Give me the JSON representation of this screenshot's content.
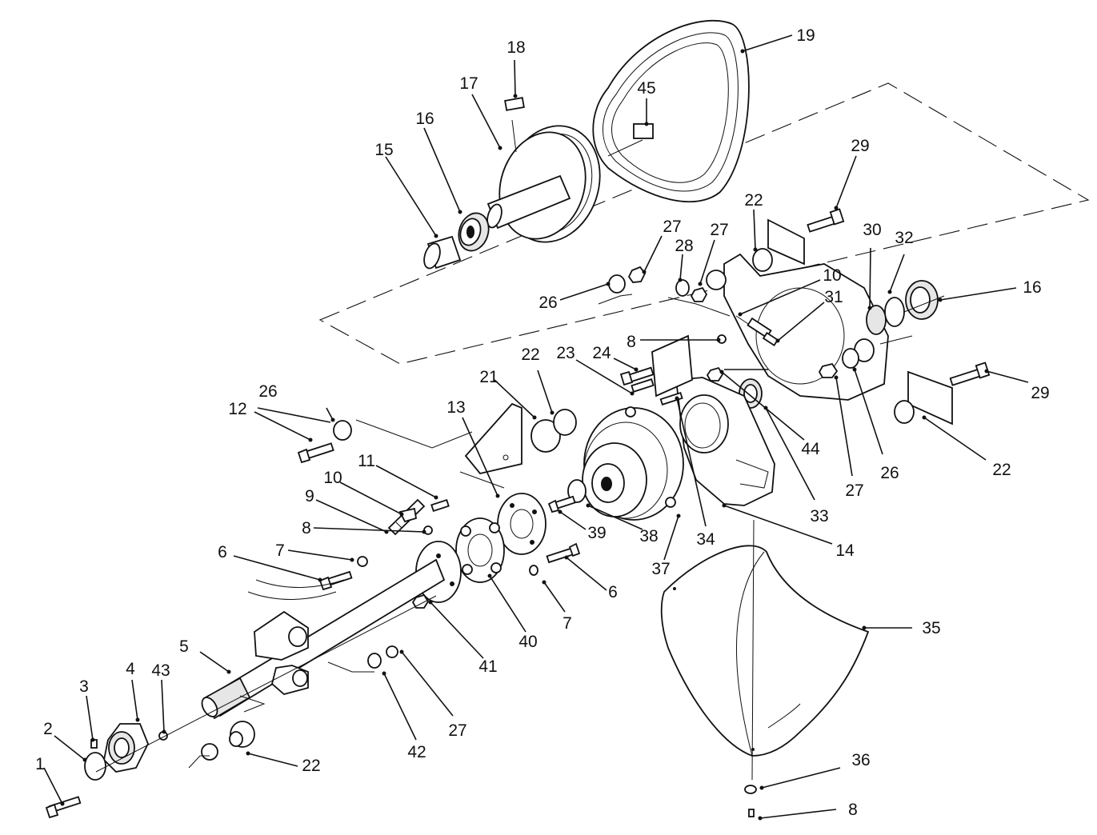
{
  "callouts": [
    {
      "id": "1",
      "text": "1"
    },
    {
      "id": "2",
      "text": "2"
    },
    {
      "id": "3",
      "text": "3"
    },
    {
      "id": "4",
      "text": "4"
    },
    {
      "id": "43",
      "text": "43"
    },
    {
      "id": "5",
      "text": "5"
    },
    {
      "id": "6a",
      "text": "6"
    },
    {
      "id": "7a",
      "text": "7"
    },
    {
      "id": "8a",
      "text": "8"
    },
    {
      "id": "9",
      "text": "9"
    },
    {
      "id": "10a",
      "text": "10"
    },
    {
      "id": "11",
      "text": "11"
    },
    {
      "id": "12",
      "text": "12"
    },
    {
      "id": "26a",
      "text": "26"
    },
    {
      "id": "13",
      "text": "13"
    },
    {
      "id": "21",
      "text": "21"
    },
    {
      "id": "22a",
      "text": "22"
    },
    {
      "id": "23",
      "text": "23"
    },
    {
      "id": "24",
      "text": "24"
    },
    {
      "id": "8b",
      "text": "8"
    },
    {
      "id": "10b",
      "text": "10"
    },
    {
      "id": "31",
      "text": "31"
    },
    {
      "id": "30",
      "text": "30"
    },
    {
      "id": "32",
      "text": "32"
    },
    {
      "id": "16a",
      "text": "16"
    },
    {
      "id": "29a",
      "text": "29"
    },
    {
      "id": "22b",
      "text": "22"
    },
    {
      "id": "27a",
      "text": "27"
    },
    {
      "id": "28",
      "text": "28"
    },
    {
      "id": "27b",
      "text": "27"
    },
    {
      "id": "26b",
      "text": "26"
    },
    {
      "id": "15",
      "text": "15"
    },
    {
      "id": "16b",
      "text": "16"
    },
    {
      "id": "17",
      "text": "17"
    },
    {
      "id": "18",
      "text": "18"
    },
    {
      "id": "19",
      "text": "19"
    },
    {
      "id": "45",
      "text": "45"
    },
    {
      "id": "44",
      "text": "44"
    },
    {
      "id": "33",
      "text": "33"
    },
    {
      "id": "27c",
      "text": "27"
    },
    {
      "id": "26c",
      "text": "26"
    },
    {
      "id": "29b",
      "text": "29"
    },
    {
      "id": "22c",
      "text": "22"
    },
    {
      "id": "34",
      "text": "34"
    },
    {
      "id": "14",
      "text": "14"
    },
    {
      "id": "39",
      "text": "39"
    },
    {
      "id": "38",
      "text": "38"
    },
    {
      "id": "37",
      "text": "37"
    },
    {
      "id": "6b",
      "text": "6"
    },
    {
      "id": "7b",
      "text": "7"
    },
    {
      "id": "40",
      "text": "40"
    },
    {
      "id": "41",
      "text": "41"
    },
    {
      "id": "42",
      "text": "42"
    },
    {
      "id": "27d",
      "text": "27"
    },
    {
      "id": "22d",
      "text": "22"
    },
    {
      "id": "35",
      "text": "35"
    },
    {
      "id": "36",
      "text": "36"
    },
    {
      "id": "8c",
      "text": "8"
    }
  ]
}
